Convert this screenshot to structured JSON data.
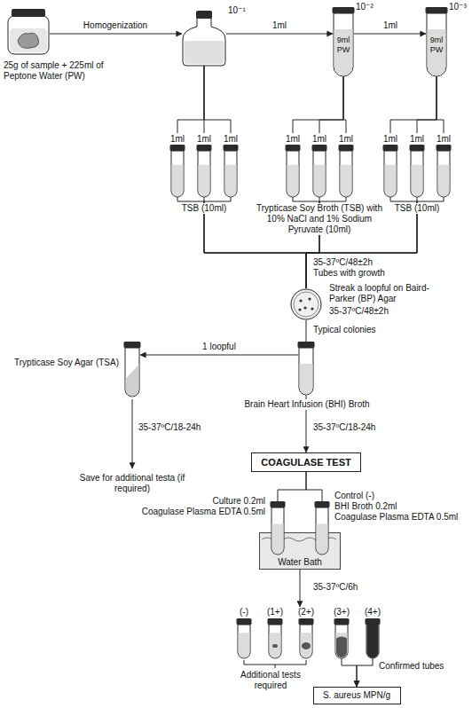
{
  "diagram": {
    "nodes": [
      {
        "text": [
          "25g of sample + 225ml of Peptone Water (PW)"
        ]
      },
      {
        "text": [
          "10⁻¹"
        ]
      },
      {
        "text": [
          "10⁻²",
          "9ml PW"
        ]
      },
      {
        "text": [
          "10⁻³",
          "9ml PW"
        ]
      },
      {
        "text": [
          "1ml"
        ]
      },
      {
        "text": [
          "1ml"
        ]
      },
      {
        "text": [
          "1ml"
        ]
      },
      {
        "text": [
          "1ml"
        ]
      },
      {
        "text": [
          "1ml"
        ]
      },
      {
        "text": [
          "1ml"
        ]
      },
      {
        "text": [
          "1ml"
        ]
      },
      {
        "text": [
          "1ml"
        ]
      },
      {
        "text": [
          "1ml"
        ]
      },
      {
        "text": [
          "Streak a loopful on Baird-Parker (BP) Agar",
          "35-37ºC/48±2h"
        ]
      },
      {
        "text": [
          "Brain Heart Infusion (BHI) Broth"
        ]
      },
      {
        "text": [
          "Trypticase Soy Agar (TSA)"
        ]
      },
      {
        "text": [
          "COAGULASE TEST"
        ]
      },
      {
        "text": [
          "Culture 0.2ml",
          "Coagulase Plasma EDTA 0.5ml"
        ]
      },
      {
        "text": [
          "Control (-)",
          "BHI Broth 0.2ml",
          "Coagulase Plasma EDTA 0.5ml"
        ]
      },
      {
        "text": [
          "Water Bath"
        ]
      },
      {
        "text": [
          "(-)"
        ]
      },
      {
        "text": [
          "(1+)"
        ]
      },
      {
        "text": [
          "(2+)"
        ]
      },
      {
        "text": [
          "(3+)"
        ]
      },
      {
        "text": [
          "(4+)"
        ]
      },
      {
        "text": [
          "S. aureus MPN/g"
        ]
      }
    ],
    "edges": [
      {
        "from": 0,
        "to": 1,
        "arrow": "to",
        "label": "Homogenization"
      },
      {
        "from": 1,
        "to": 2,
        "arrow": "to",
        "label": "1ml"
      },
      {
        "from": 2,
        "to": 3,
        "arrow": "to",
        "label": "1ml"
      },
      {
        "from": 1,
        "to": 4,
        "arrow": "none"
      },
      {
        "from": 1,
        "to": 5,
        "arrow": "none"
      },
      {
        "from": 1,
        "to": 6,
        "arrow": "none"
      },
      {
        "from": 2,
        "to": 7,
        "arrow": "none"
      },
      {
        "from": 2,
        "to": 8,
        "arrow": "none"
      },
      {
        "from": 2,
        "to": 9,
        "arrow": "none"
      },
      {
        "from": 3,
        "to": 10,
        "arrow": "none"
      },
      {
        "from": 3,
        "to": 11,
        "arrow": "none"
      },
      {
        "from": 3,
        "to": 12,
        "arrow": "none"
      },
      {
        "from": 4,
        "to": 13,
        "arrow": "none"
      },
      {
        "from": 5,
        "to": 13,
        "arrow": "none"
      },
      {
        "from": 6,
        "to": 13,
        "arrow": "none"
      },
      {
        "from": 7,
        "to": 13,
        "arrow": "none"
      },
      {
        "from": 8,
        "to": 13,
        "arrow": "none"
      },
      {
        "from": 9,
        "to": 13,
        "arrow": "none"
      },
      {
        "from": 10,
        "to": 13,
        "arrow": "none"
      },
      {
        "from": 11,
        "to": 13,
        "arrow": "none"
      },
      {
        "from": 12,
        "to": 13,
        "arrow": "none"
      },
      {
        "from": 13,
        "to": 14,
        "arrow": "none",
        "label": "Typical colonies"
      },
      {
        "from": 14,
        "to": 15,
        "arrow": "to",
        "label": "1 loopful"
      },
      {
        "from": 14,
        "to": 16,
        "arrow": "to",
        "label": "35-37ºC/18-24h"
      },
      {
        "from": 16,
        "to": 17,
        "arrow": "none"
      },
      {
        "from": 16,
        "to": 18,
        "arrow": "none"
      },
      {
        "from": 19,
        "to": 22,
        "arrow": "to",
        "label": "35-37ºC/6h"
      },
      {
        "from": 23,
        "to": 25,
        "arrow": "to"
      },
      {
        "from": 24,
        "to": 25,
        "arrow": "to"
      }
    ],
    "labels": [
      "TSB (10ml)",
      "Trypticase Soy Broth (TSB) with 10% NaCl and 1% Sodium Pyruvate (10ml)",
      "TSB (10ml)",
      "35-37ºC/48±2h",
      "Tubes with growth",
      "35-37ºC/18-24h",
      "Save for additional testa (if required)",
      "Additional tests required",
      "Confirmed tubes"
    ]
  }
}
